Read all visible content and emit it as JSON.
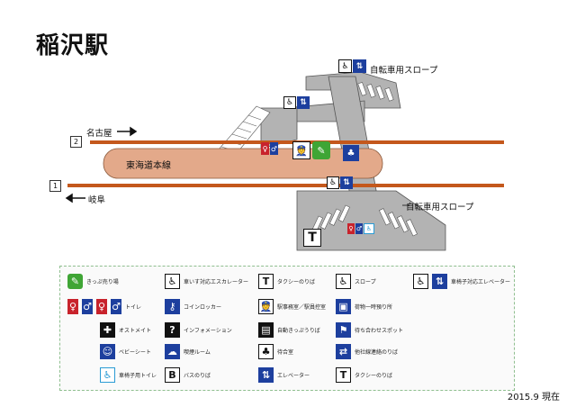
{
  "title": "稲沢駅",
  "map": {
    "line_name": "東海道本線",
    "track2_number": "2",
    "track2_direction": "名古屋",
    "track1_number": "1",
    "track1_direction": "岐阜",
    "slope_top_label": "自転車用スロープ",
    "slope_bottom_label": "自転車用スロープ",
    "colors": {
      "track": "#c4581c",
      "platform": "#e3a98a",
      "concourse": "#b3b3b3",
      "accent_blue": "#1d3f9e",
      "accent_green": "#3fa535"
    }
  },
  "legend": {
    "ticket_machine": "きっぷ売り場",
    "toilet": "トイレ",
    "ostomate": "オストメイト",
    "baby_seat": "ベビーシート",
    "wheelchair_toilet": "車椅子用トイレ",
    "escalator_wheelchair": "車いす対応エスカレーター",
    "coin_locker": "コインロッカー",
    "information": "インフォメーション",
    "smoking_room": "喫煙ルーム",
    "bus_stop": "バスのりば",
    "taxi": "タクシーのりば",
    "station_office": "駅事務室／駅員控室",
    "auto_gate": "自動きっぷうりば",
    "waiting_room": "待合室",
    "elevator": "エレベーター",
    "slope": "スロープ",
    "baggage": "荷物一時預り所",
    "meeting_spot": "待ち合わせスポット",
    "other_line": "他社線連絡のりば",
    "taxi2": "タクシーのりば",
    "wheelchair_elevator": "車椅子対応エレベーター"
  },
  "date": "2015.9 現在"
}
